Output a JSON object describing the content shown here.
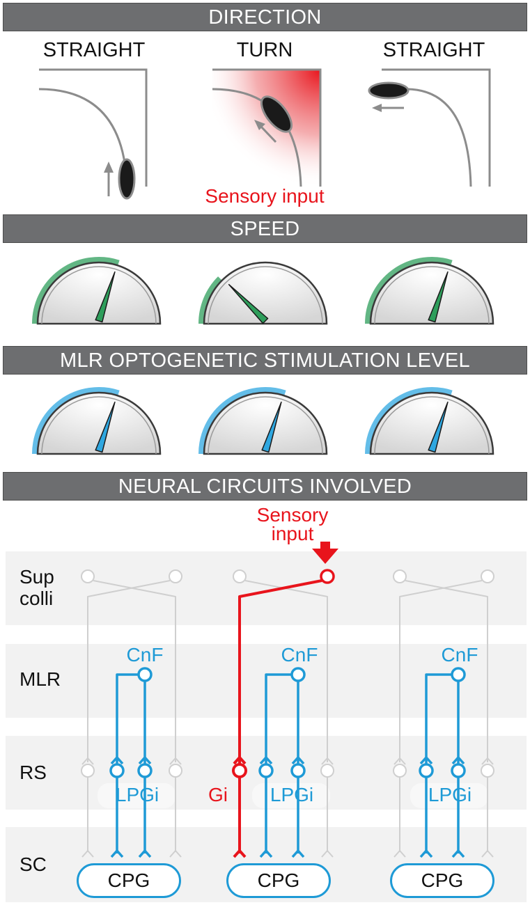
{
  "headers": {
    "direction": "DIRECTION",
    "speed": "SPEED",
    "stimulation": "MLR OPTOGENETIC STIMULATION LEVEL",
    "circuits": "NEURAL CIRCUITS INVOLVED"
  },
  "direction_panels": [
    {
      "label": "STRAIGHT"
    },
    {
      "label": "TURN"
    },
    {
      "label": "STRAIGHT"
    }
  ],
  "sensory_input_direction": "Sensory input",
  "sensory_input_circuit": [
    "Sensory",
    "input"
  ],
  "speed_gauges": [
    {
      "level": 0.6
    },
    {
      "level": 0.25
    },
    {
      "level": 0.6
    }
  ],
  "stimulation_gauges": [
    {
      "level": 0.6
    },
    {
      "level": 0.6
    },
    {
      "level": 0.6
    }
  ],
  "rows": {
    "sup_colli": [
      "Sup",
      "colli"
    ],
    "mlr": "MLR",
    "rs": "RS",
    "sc": "SC"
  },
  "labels": {
    "cnf": "CnF",
    "lpgi": "LPGi",
    "gi": "Gi",
    "cpg": "CPG"
  },
  "colors": {
    "header_bg": "#6d6e70",
    "sensory_red": "#e8141c",
    "circuit_blue": "#1e9ad6",
    "speed_green": "#2e9e5b",
    "stim_blue": "#2fa7e0",
    "inactive_gray": "#cfcfcf"
  }
}
